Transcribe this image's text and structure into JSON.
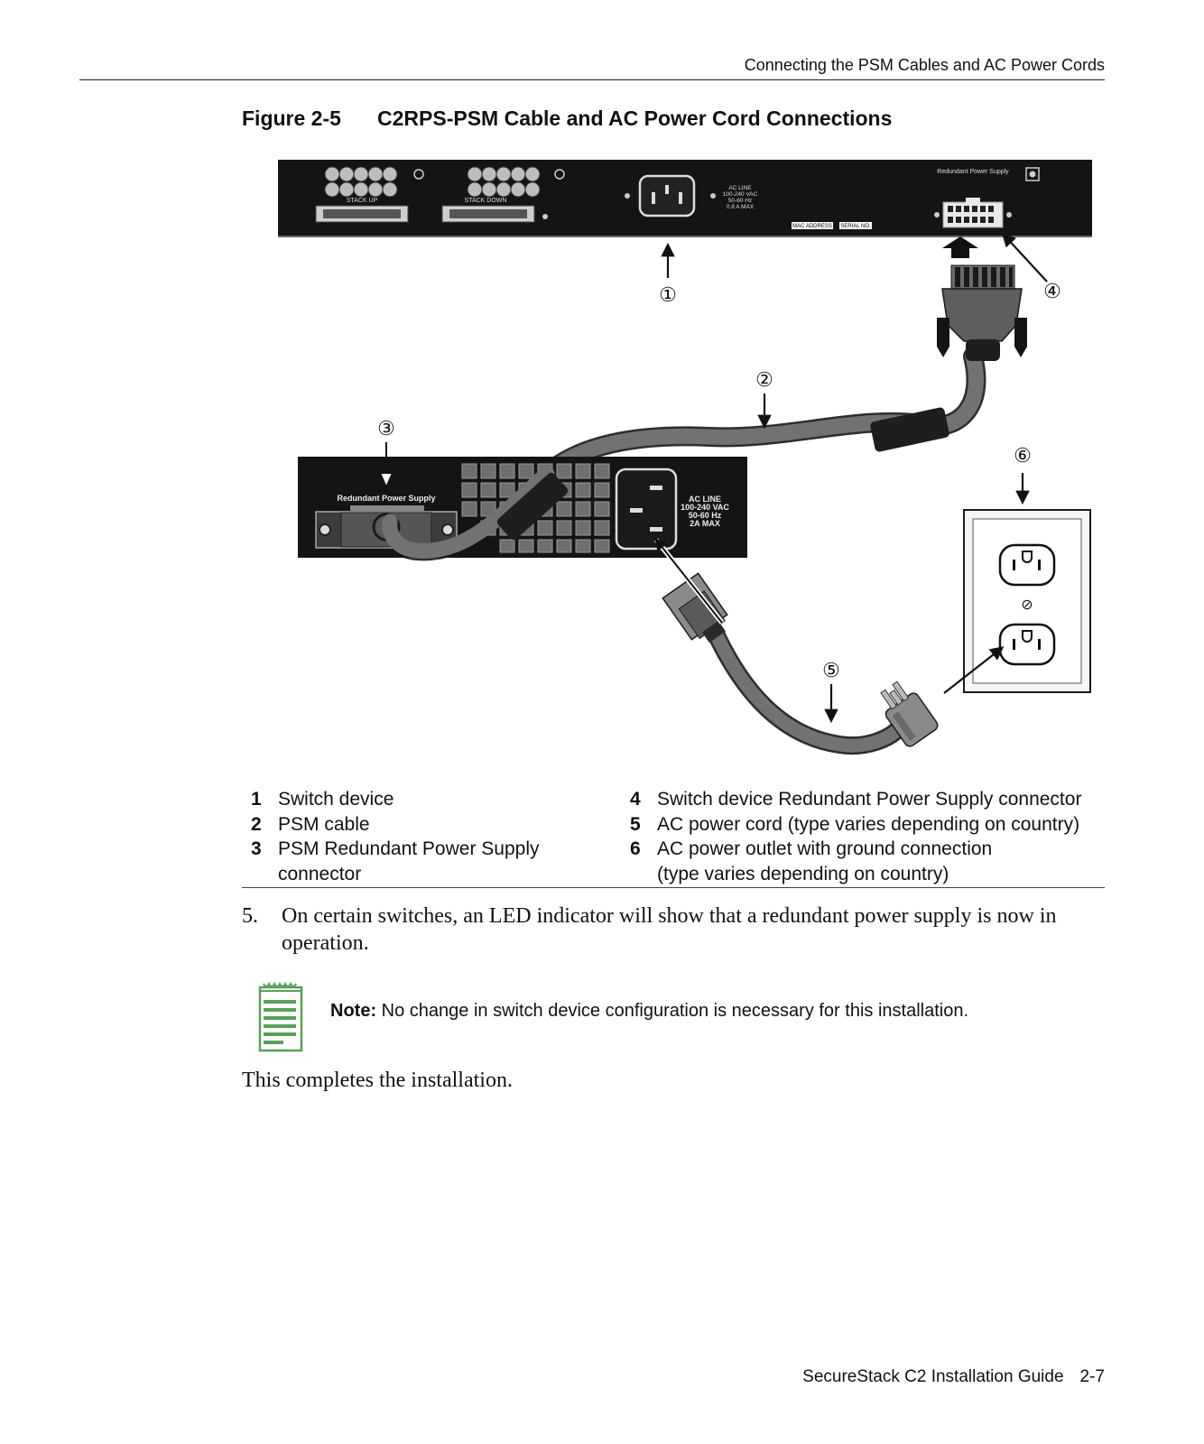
{
  "header": {
    "running_title": "Connecting the PSM Cables and AC Power Cords"
  },
  "figure": {
    "number": "Figure 2-5",
    "title": "C2RPS-PSM Cable and AC Power Cord Connections",
    "switch_labels": {
      "stack_up": "STACK UP",
      "stack_down": "STACK DOWN",
      "ac_line": [
        "AC LINE",
        "100-240 VAC",
        "50-60 Hz",
        "0.8 A MAX"
      ],
      "mac_address": "MAC ADDRESS",
      "serial_no": "SERIAL NO.",
      "rps": "Redundant Power Supply"
    },
    "psm_labels": {
      "rps": "Redundant Power Supply",
      "ac_line": [
        "AC LINE",
        "100-240 VAC",
        "50-60 Hz",
        "2A MAX"
      ]
    },
    "callouts": [
      "①",
      "②",
      "③",
      "④",
      "⑤",
      "⑥"
    ]
  },
  "legend": {
    "left": [
      {
        "num": "1",
        "text": "Switch device"
      },
      {
        "num": "2",
        "text": "PSM cable"
      },
      {
        "num": "3",
        "text": "PSM Redundant Power Supply connector"
      }
    ],
    "right": [
      {
        "num": "4",
        "text": "Switch device Redundant Power Supply connector"
      },
      {
        "num": "5",
        "text": "AC power cord (type varies depending on country)"
      },
      {
        "num": "6",
        "text": "AC power outlet with ground connection (type varies depending on country)"
      }
    ]
  },
  "step": {
    "number": "5.",
    "text": "On certain switches, an LED indicator will show that a redundant power supply is now in operation."
  },
  "note": {
    "label": "Note:",
    "text": "No change in switch device configuration is necessary for this installation."
  },
  "closing": "This completes the installation.",
  "footer": {
    "title": "SecureStack C2 Installation Guide",
    "page": "2-7"
  },
  "colors": {
    "panel": "#141414",
    "cable": "#6e6e6e",
    "note_icon": "#5aa05a"
  }
}
